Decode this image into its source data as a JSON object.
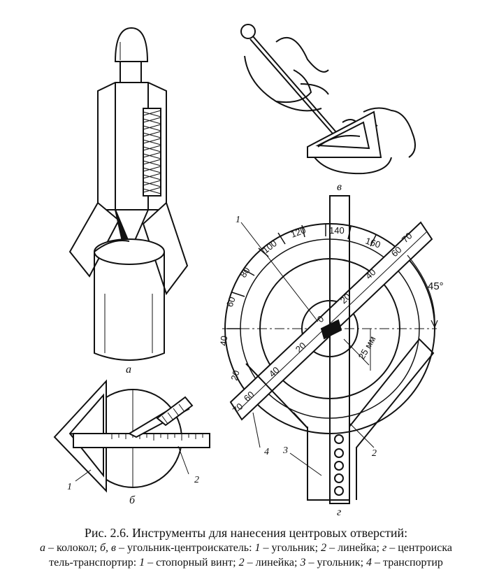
{
  "figure": {
    "panel_labels": {
      "a": "а",
      "b": "б",
      "v": "в",
      "g": "г"
    },
    "part_numbers_b": {
      "n1": "1",
      "n2": "2"
    },
    "part_numbers_g": {
      "n1": "1",
      "n2": "2",
      "n3": "3",
      "n4": "4"
    },
    "protractor_ticks": [
      "20",
      "40",
      "60",
      "80",
      "100",
      "120",
      "140",
      "160"
    ],
    "ruler_ticks_upper": [
      "20",
      "40",
      "60",
      "70"
    ],
    "ruler_ticks_lower": [
      "20",
      "40",
      "60",
      "70"
    ],
    "ruler_zero": "0",
    "angle_label": "45°",
    "dimension_label": "25 мм"
  },
  "caption": {
    "title": "Рис. 2.6. Инструменты для нанесения центровых отверстий:",
    "line2_a": "а",
    "line2_text1": " – колокол; ",
    "line2_bv": "б, в",
    "line2_text2": " – угольник-центроискатель: ",
    "line2_n1": "1",
    "line2_text3": " – угольник; ",
    "line2_n2": "2",
    "line2_text4": " – линейка; ",
    "line2_g": "г",
    "line2_text5": " – центроиска",
    "line3_text1": "тель-транспортир: ",
    "line3_n1": "1",
    "line3_text2": " – стопорный винт; ",
    "line3_n2": "2",
    "line3_text3": " – линейка; ",
    "line3_n3": "3",
    "line3_text4": " – угольник; ",
    "line3_n4": "4",
    "line3_text5": " – транспортир"
  }
}
